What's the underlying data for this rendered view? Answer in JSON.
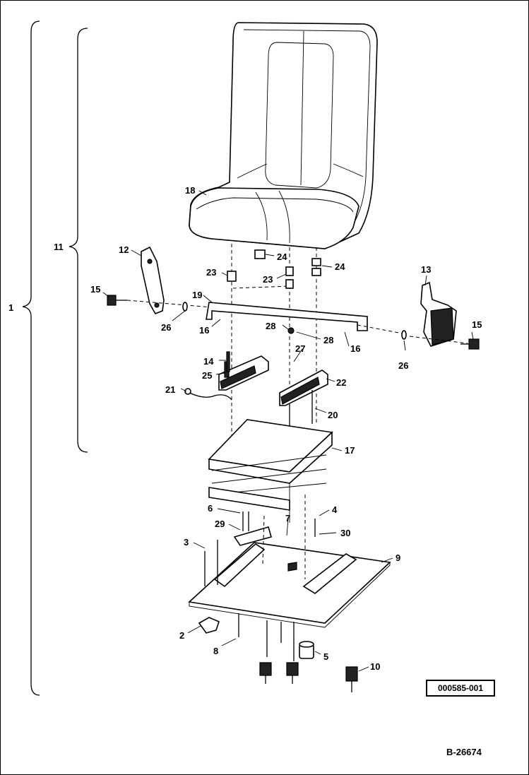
{
  "figure": {
    "reference_code": "000585-001",
    "drawing_number": "B-26674"
  },
  "callouts": {
    "c1": "1",
    "c2": "2",
    "c3": "3",
    "c4": "4",
    "c5": "5",
    "c6": "6",
    "c7": "7",
    "c8": "8",
    "c9": "9",
    "c10": "10",
    "c11": "11",
    "c12": "12",
    "c13": "13",
    "c14": "14",
    "c15a": "15",
    "c15b": "15",
    "c16a": "16",
    "c16b": "16",
    "c17": "17",
    "c18": "18",
    "c19": "19",
    "c20": "20",
    "c21": "21",
    "c22": "22",
    "c23a": "23",
    "c23b": "23",
    "c24a": "24",
    "c24b": "24",
    "c25": "25",
    "c26a": "26",
    "c26b": "26",
    "c27": "27",
    "c28a": "28",
    "c28b": "28",
    "c29": "29",
    "c30": "30"
  }
}
